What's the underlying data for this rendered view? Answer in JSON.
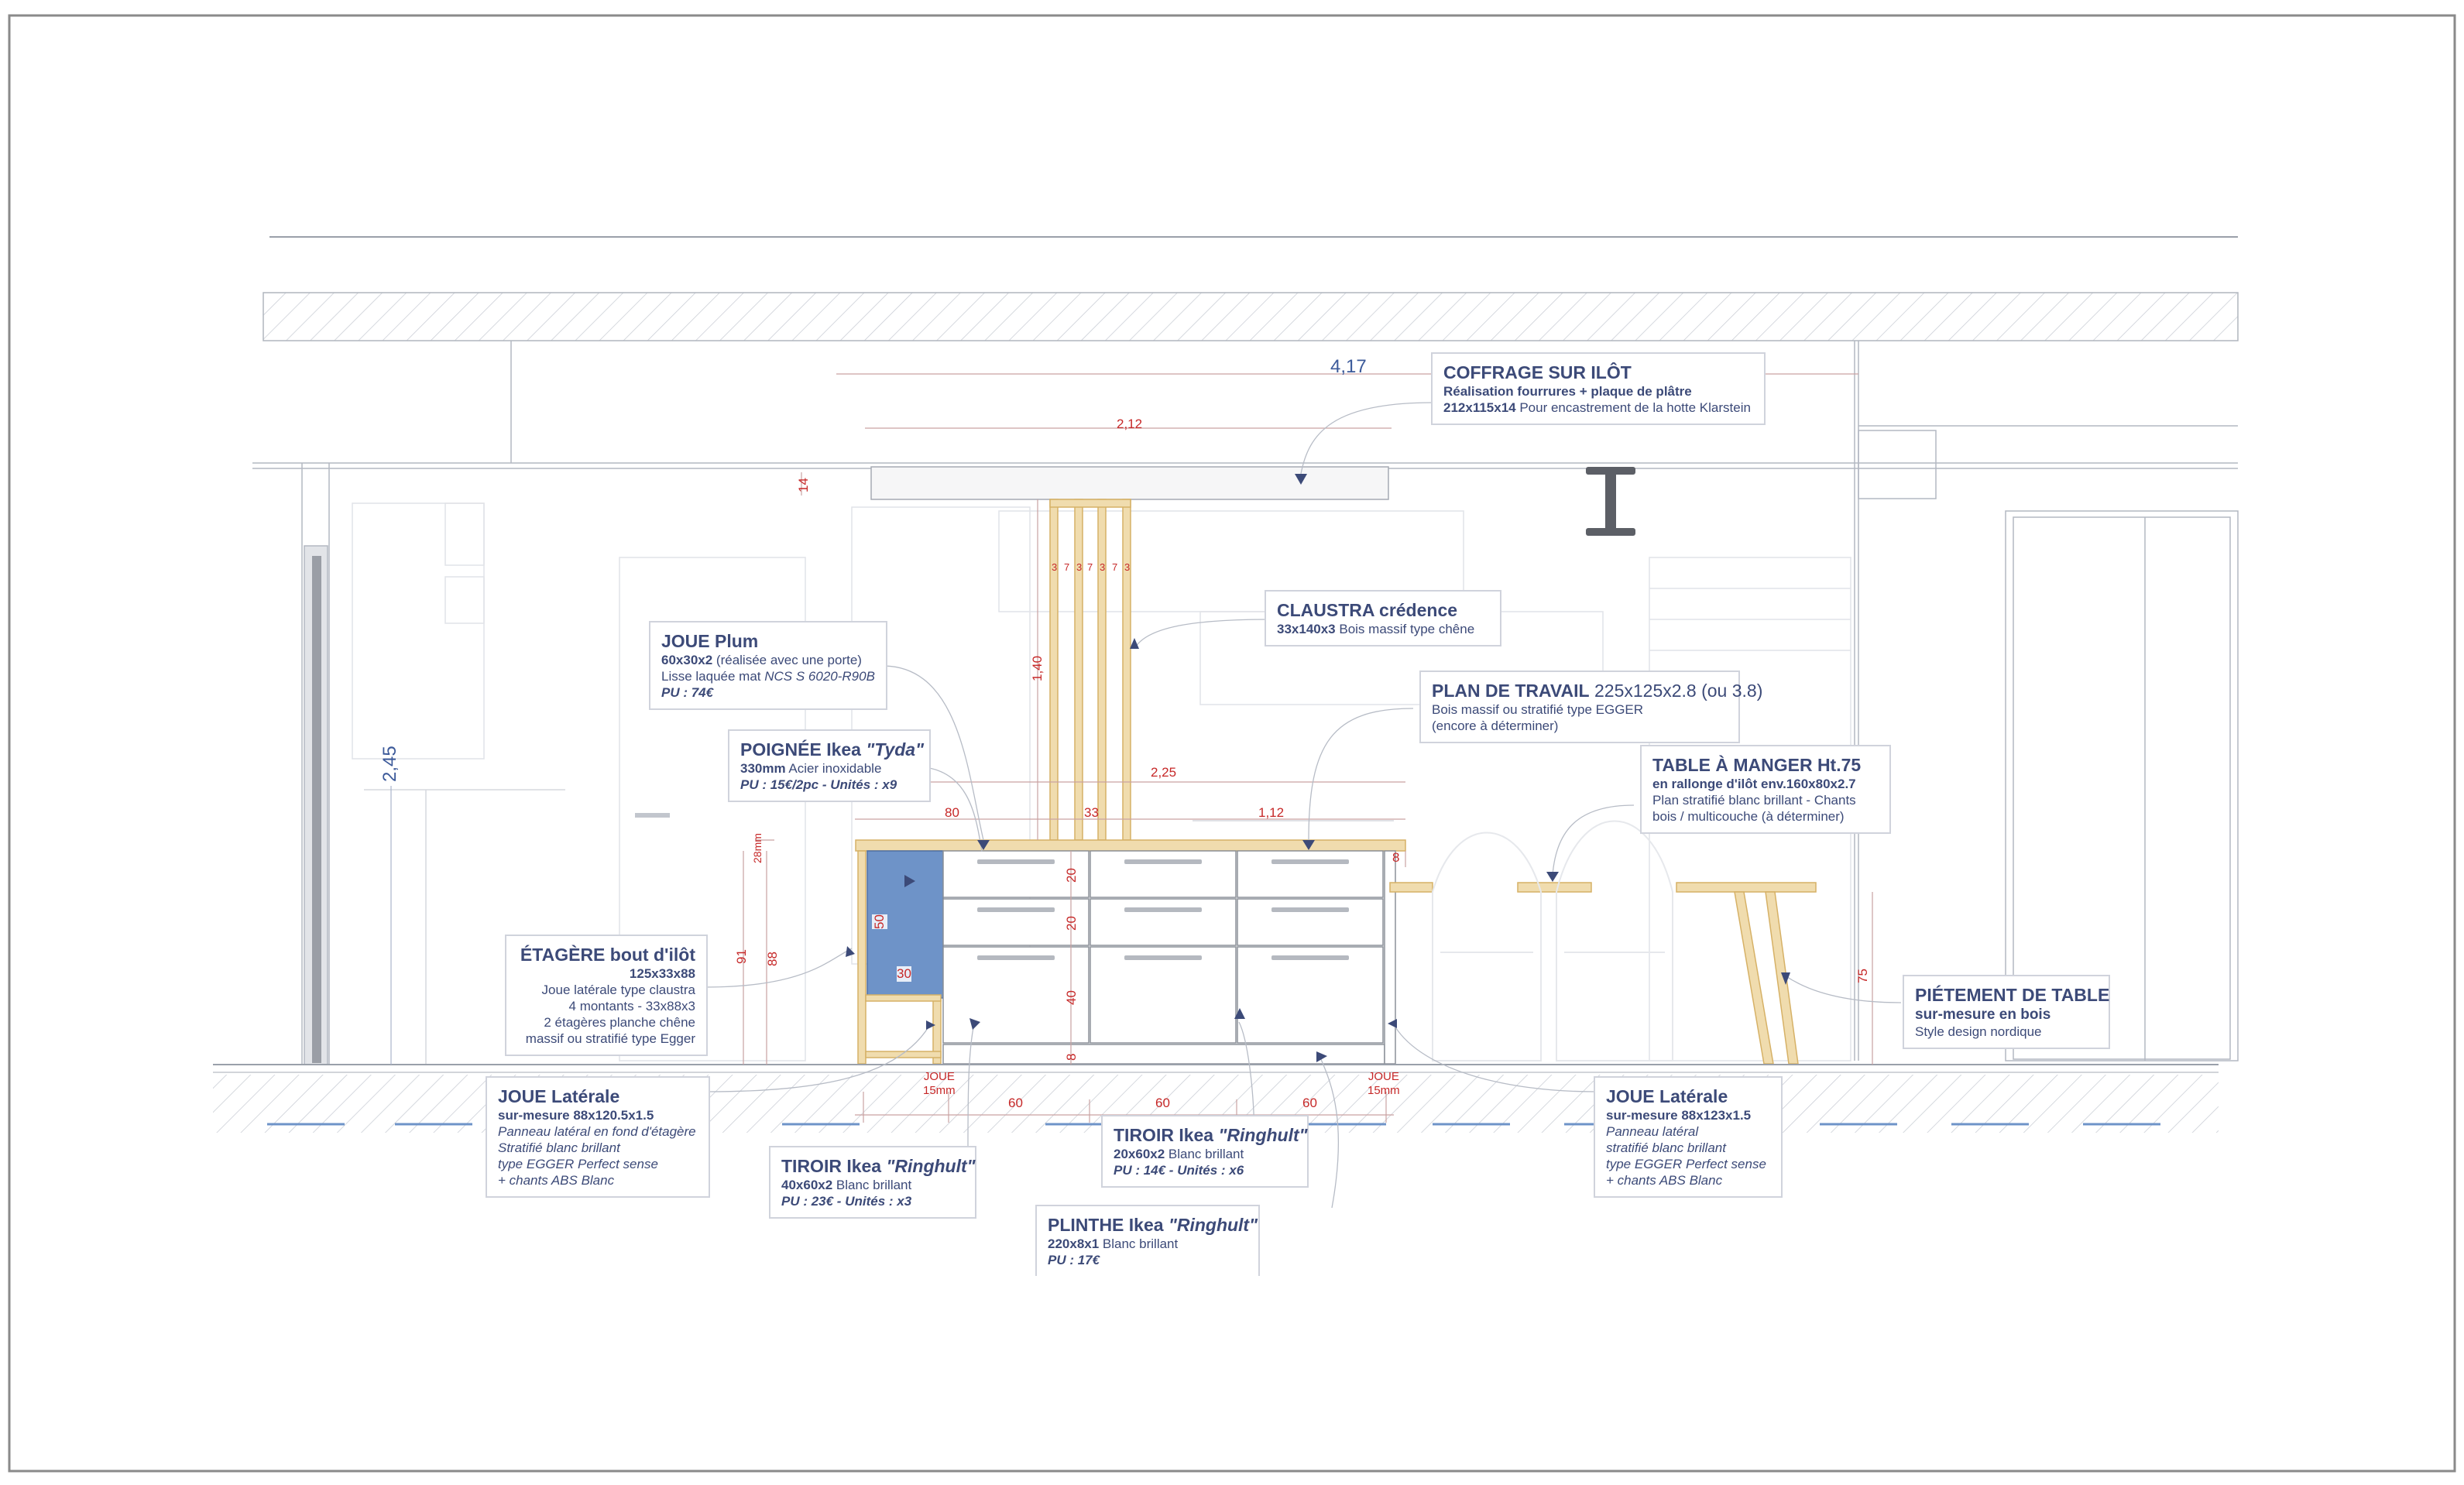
{
  "colors": {
    "annotation": "#3c4a78",
    "dimension": "#c62828",
    "wood": "#e8c985",
    "blue_panel": "#6e93c8",
    "line": "#9aa0aa",
    "hatch": "#c8ccd4"
  },
  "dimensions": {
    "total_width": "4,17",
    "coffrage_width": "2,12",
    "coffrage_height": "14",
    "claustra_height": "1,40",
    "claustra_gaps": [
      "3",
      "7",
      "3",
      "7",
      "3",
      "7",
      "3"
    ],
    "island_length": "2,25",
    "shelf_width": "80",
    "claustra_width": "33",
    "worktop_part": "1,12",
    "wall_height": "2,45",
    "worktop_thickness": "28mm",
    "height_91": "91",
    "height_88": "88",
    "drawer_20a": "20",
    "drawer_20b": "20",
    "drawer_40": "40",
    "plinth_8": "8",
    "overhang_8": "8",
    "shelf_50": "50",
    "shelf_30": "30",
    "table_height": "75",
    "joue_left": "JOUE\n15mm",
    "joue_right": "JOUE\n15mm",
    "drawer_w1": "60",
    "drawer_w2": "60",
    "drawer_w3": "60"
  },
  "labels": {
    "coffrage": {
      "title": "COFFRAGE SUR ILÔT",
      "line1": "Réalisation fourrures + plaque de plâtre",
      "line2_bold": "212x115x14",
      "line2": " Pour encastrement de la hotte Klarstein"
    },
    "claustra": {
      "title": "CLAUSTRA crédence",
      "line1_bold": "33x140x3",
      "line1": " Bois massif type chêne"
    },
    "joue_plum": {
      "title": "JOUE Plum",
      "line1_bold": "60x30x2",
      "line1": " (réalisée avec une porte)",
      "line2": "Lisse laquée mat ",
      "line2_italic": "NCS S 6020-R90B",
      "line3": "PU : 74€"
    },
    "plan_travail": {
      "title": "PLAN DE TRAVAIL",
      "title_dim": " 225x125x2.8 (ou 3.8)",
      "line1": "Bois massif ou stratifié type EGGER",
      "line2": "(encore à déterminer)"
    },
    "poignee": {
      "title": "POIGNÉE Ikea ",
      "title_italic": "\"Tyda\"",
      "line1_bold": "330mm",
      "line1": " Acier inoxidable",
      "line2": "PU : 15€/2pc - Unités : x9"
    },
    "table": {
      "title": "TABLE À MANGER Ht.75",
      "line1": "en rallonge d'ilôt env.160x80x2.7",
      "line2": "Plan stratifié blanc brillant - Chants",
      "line3": "bois / multicouche (à déterminer)"
    },
    "etagere": {
      "title": "ÉTAGÈRE bout d'ilôt",
      "line1": "125x33x88",
      "line2": "Joue latérale type claustra",
      "line3": "4 montants - 33x88x3",
      "line4": "2 étagères planche chêne",
      "line5": "massif ou stratifié type Egger"
    },
    "pietement": {
      "title": "PIÉTEMENT DE TABLE",
      "subtitle": "sur-mesure en bois",
      "line1": "Style design nordique"
    },
    "joue_left": {
      "title": "JOUE Latérale",
      "line1": "sur-mesure 88x120.5x1.5",
      "line2": "Panneau latéral en fond d'étagère",
      "line3": "Stratifié blanc brillant",
      "line4": "type EGGER Perfect sense",
      "line5": "+ chants ABS Blanc"
    },
    "joue_right": {
      "title": "JOUE Latérale",
      "line1": "sur-mesure 88x123x1.5",
      "line2": "Panneau latéral",
      "line3": "stratifié blanc brillant",
      "line4": "type EGGER Perfect sense",
      "line5": "+ chants ABS Blanc"
    },
    "tiroir_20": {
      "title": "TIROIR Ikea ",
      "title_italic": "\"Ringhult\"",
      "line1_bold": "20x60x2",
      "line1": " Blanc brillant",
      "line2": "PU : 14€ - Unités : x6"
    },
    "tiroir_40": {
      "title": "TIROIR Ikea ",
      "title_italic": "\"Ringhult\"",
      "line1_bold": "40x60x2",
      "line1": " Blanc brillant",
      "line2": "PU : 23€ - Unités : x3"
    },
    "plinthe": {
      "title": "PLINTHE Ikea ",
      "title_italic": "\"Ringhult\"",
      "line1_bold": "220x8x1",
      "line1": " Blanc brillant",
      "line2": "PU : 17€"
    }
  }
}
